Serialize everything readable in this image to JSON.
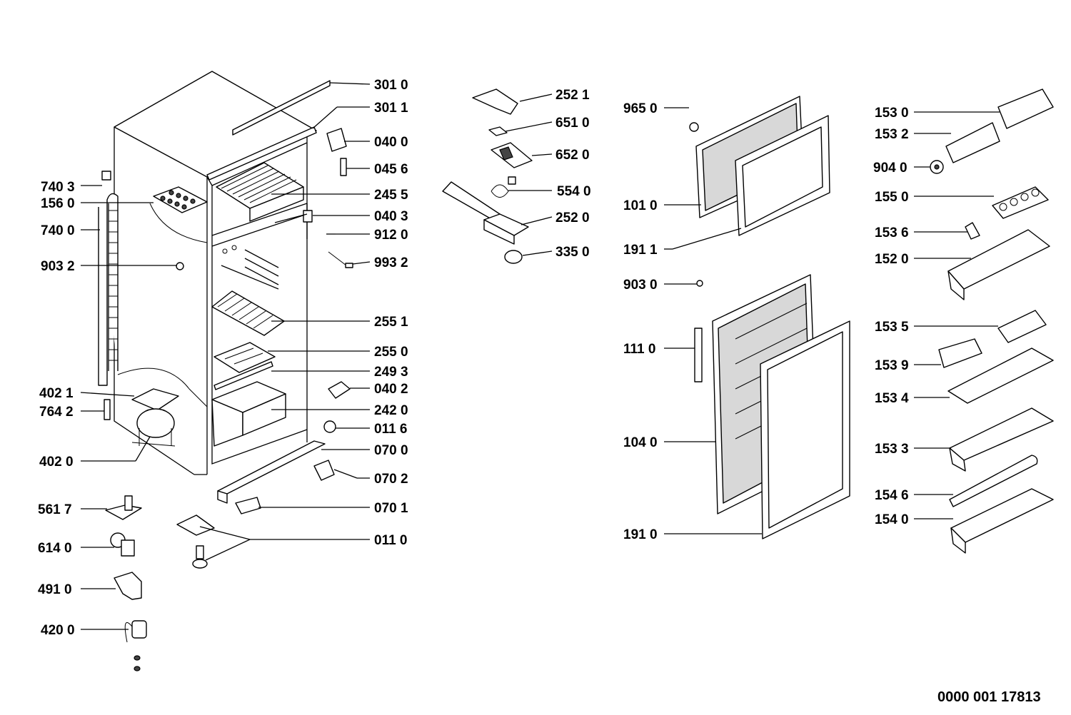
{
  "diagram": {
    "document_number": "0000 001 17813",
    "callouts": {
      "p3010": "301 0",
      "p3011": "301 1",
      "p0400": "040 0",
      "p0456": "045 6",
      "p2455": "245 5",
      "p0403": "040 3",
      "p9120": "912 0",
      "p9932": "993 2",
      "p2551": "255 1",
      "p2550": "255 0",
      "p2493": "249 3",
      "p0402": "040 2",
      "p2420": "242 0",
      "p0116": "011 6",
      "p0700": "070 0",
      "p0702": "070 2",
      "p0701": "070 1",
      "p0110": "011 0",
      "p7403": "740 3",
      "p1560": "156 0",
      "p7400": "740 0",
      "p9032": "903 2",
      "p4021": "402 1",
      "p7642": "764 2",
      "p4020": "402 0",
      "p5617": "561 7",
      "p6140": "614 0",
      "p4910": "491 0",
      "p4200": "420 0",
      "p2521": "252 1",
      "p6510": "651 0",
      "p6520": "652 0",
      "p5540": "554 0",
      "p2520": "252 0",
      "p3350": "335 0",
      "p9650": "965 0",
      "p1010": "101 0",
      "p1911": "191 1",
      "p9030": "903 0",
      "p1110": "111 0",
      "p1040": "104 0",
      "p1910": "191 0",
      "p1530": "153 0",
      "p1532": "153 2",
      "p9040": "904 0",
      "p1550": "155 0",
      "p1536": "153 6",
      "p1520": "152 0",
      "p1535": "153 5",
      "p1539": "153 9",
      "p1534": "153 4",
      "p1533": "153 3",
      "p1546": "154 6",
      "p1540": "154 0"
    }
  }
}
